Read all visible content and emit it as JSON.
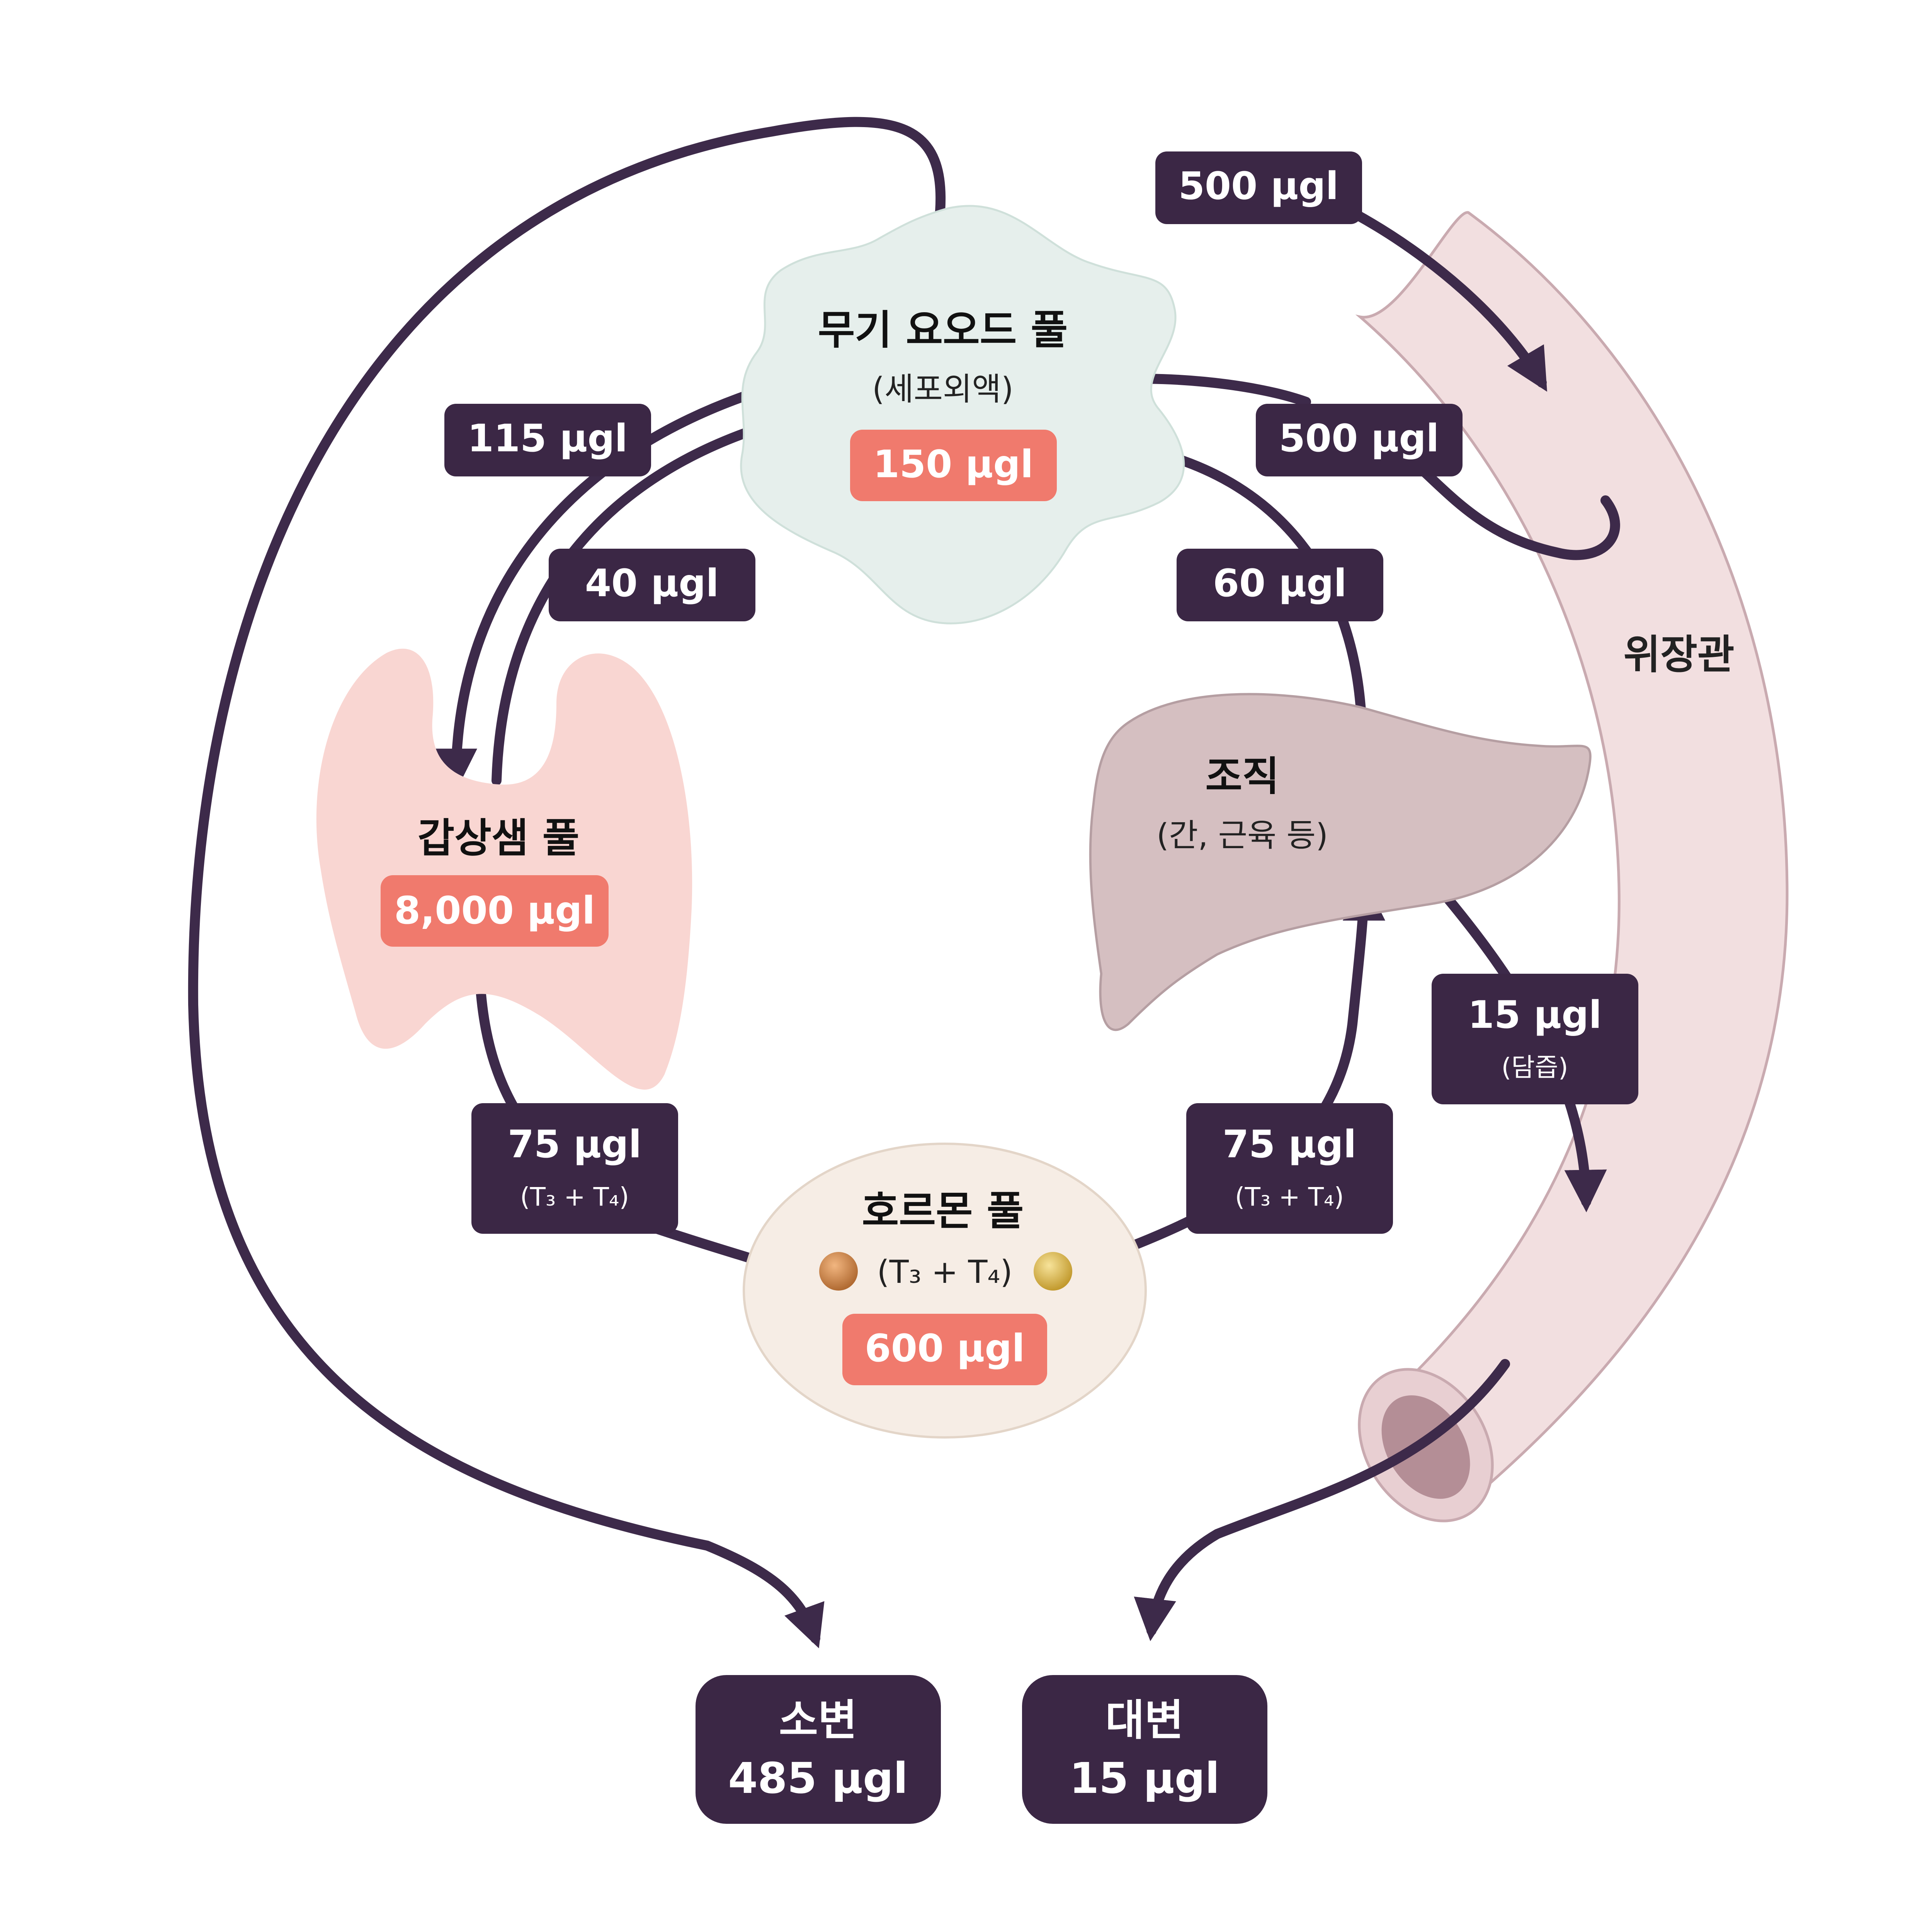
{
  "colors": {
    "arrow": "#3d2a4a",
    "label_box": "#3b2745",
    "pill": "#f07a6d",
    "inorganic_pool_fill": "#e6efec",
    "thyroid_fill": "#f9d6d2",
    "tissue_fill": "#d5bfc1",
    "hormone_pool_fill": "#f6ede5",
    "gut_fill": "#f2dfe0",
    "gut_edge": "#c9aab0"
  },
  "pools": {
    "inorganic": {
      "title": "무기 요오드 풀",
      "subtitle": "(세포외액)",
      "amount": "150 μgl"
    },
    "thyroid": {
      "title": "갑상샘 풀",
      "amount": "8,000 μgl"
    },
    "tissue": {
      "title": "조직",
      "subtitle": "(간, 근육 등)"
    },
    "hormone": {
      "title": "호르몬 풀",
      "subtitle": "(T₃ + T₄)",
      "amount": "600 μgl",
      "orb_colors": [
        "#c8854a",
        "#d9b84a"
      ]
    }
  },
  "gut": {
    "label": "위장관"
  },
  "flows": {
    "intake": "500 μgl",
    "absorption": "500 μgl",
    "to_thyroid": "115 μgl",
    "from_thyroid": "40 μgl",
    "from_tissue": "60 μgl",
    "bile": {
      "value": "15 μgl",
      "note": "(담즙)"
    },
    "thyroid_to_hormone": {
      "value": "75 μgl",
      "note": "(T₃ + T₄)"
    },
    "hormone_to_tissue": {
      "value": "75 μgl",
      "note": "(T₃ + T₄)"
    }
  },
  "outputs": {
    "urine": {
      "title": "소변",
      "value": "485 μgl"
    },
    "feces": {
      "title": "대변",
      "value": "15 μgl"
    }
  }
}
